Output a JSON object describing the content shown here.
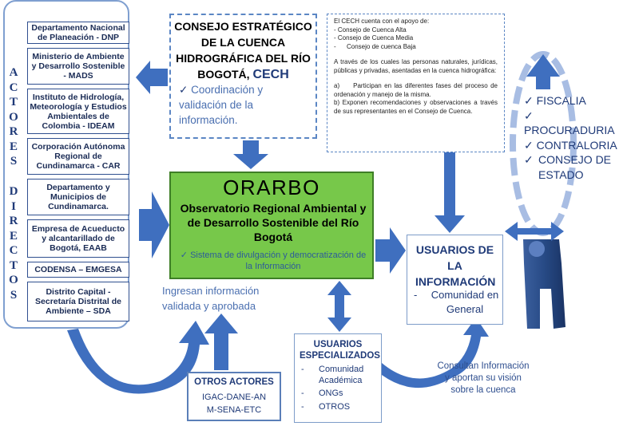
{
  "actors": {
    "vertical_word_1": "ACTORES",
    "vertical_word_2": "DIRECTOS",
    "boxes": [
      "Departamento Nacional de Planeación - DNP",
      "Ministerio de Ambiente y Desarrollo Sostenible - MADS",
      "Instituto de Hidrología, Meteorología y Estudios Ambientales de Colombia - IDEAM",
      "Corporación Autónoma Regional de Cundinamarca - CAR",
      "Departamento y Municipios de Cundinamarca.",
      "Empresa de Acueducto y alcantarillado de Bogotá, EAAB",
      "CODENSA – EMGESA",
      "Distrito Capital - Secretaría Distrital de Ambiente – SDA"
    ]
  },
  "consejo": {
    "title": "CONSEJO ESTRATÉGICO DE LA CUENCA HIDROGRÁFICA DEL RÍO BOGOTÁ,",
    "acronym": "CECH",
    "body": "Coordinación y validación de la información."
  },
  "info": {
    "intro": "El CECH cuenta con el apoyo de:",
    "supports": [
      "- Consejo de Cuenca Alta",
      "- Consejo de Cuenca Media",
      "-      Consejo de cuenca Baja"
    ],
    "paragraph": "A través de los cuales las personas naturales, jurídicas, públicas y privadas, asentadas en la cuenca hidrográfica:",
    "item_a": "a)     Participan en las diferentes fases del proceso de ordenación y manejo de la misma.",
    "item_b": "b) Exponen recomendaciones y observaciones a través de sus representantes en el Consejo de Cuenca."
  },
  "orarbo": {
    "title": "ORARBO",
    "subtitle": "Observatorio Regional Ambiental y de Desarrollo Sostenible del Río Bogotá",
    "note": "Sistema de divulgación y democratización de la Información"
  },
  "ingresan_text": "Ingresan información validada y aprobada",
  "otros_actores": {
    "title": "OTROS ACTORES",
    "body": "IGAC-DANE-ANM-SENA-ETC"
  },
  "usuarios_info": {
    "title": "USUARIOS DE LA INFORMACIÓN",
    "item": "Comunidad en General"
  },
  "usuarios_especializados": {
    "title": "USUARIOS ESPECIALIZADOS",
    "items": [
      "Comunidad Académica",
      "ONGs",
      "OTROS"
    ]
  },
  "consultan_text": "Consultan Información y aportan su visión sobre la cuenca",
  "control_entities": [
    "FISCALIA",
    "PROCURADURIA",
    "CONTRALORIA",
    "CONSEJO DE ESTADO"
  ],
  "colors": {
    "arrow_blue": "#3f6fbf",
    "orarbo_green": "#77c84a",
    "dashed_border": "#5b86c4",
    "text_navy": "#1f3a78"
  }
}
